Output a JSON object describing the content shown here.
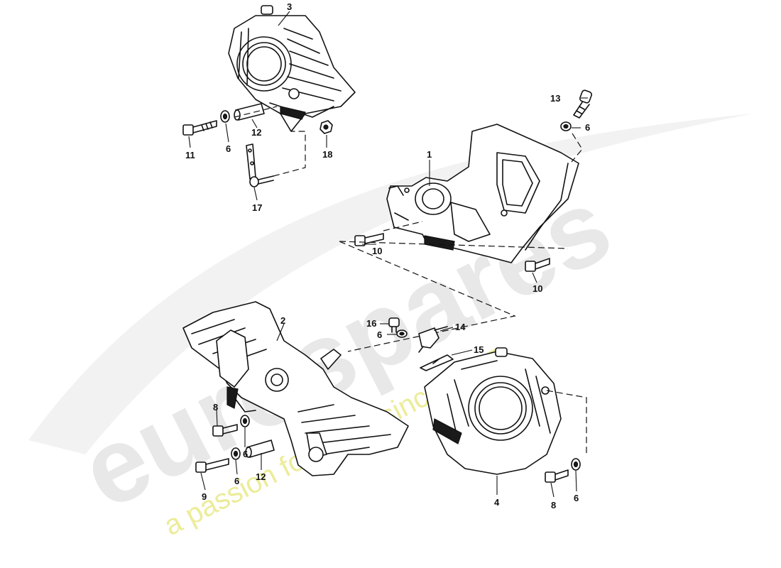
{
  "watermark": {
    "brand": "eurospares",
    "tagline": "a passion for parts since 1985",
    "brand_color": "#e6e6e6",
    "tagline_color": "#eaea95"
  },
  "callouts": [
    {
      "id": "c1",
      "label": "1"
    },
    {
      "id": "c2",
      "label": "2"
    },
    {
      "id": "c3",
      "label": "3"
    },
    {
      "id": "c4",
      "label": "4"
    },
    {
      "id": "c6a",
      "label": "6"
    },
    {
      "id": "c6b",
      "label": "6"
    },
    {
      "id": "c6c",
      "label": "6"
    },
    {
      "id": "c6d",
      "label": "6"
    },
    {
      "id": "c6e",
      "label": "6"
    },
    {
      "id": "c6f",
      "label": "6"
    },
    {
      "id": "c8a",
      "label": "8"
    },
    {
      "id": "c8b",
      "label": "8"
    },
    {
      "id": "c9",
      "label": "9"
    },
    {
      "id": "c10a",
      "label": "10"
    },
    {
      "id": "c10b",
      "label": "10"
    },
    {
      "id": "c11",
      "label": "11"
    },
    {
      "id": "c12a",
      "label": "12"
    },
    {
      "id": "c12b",
      "label": "12"
    },
    {
      "id": "c13",
      "label": "13"
    },
    {
      "id": "c14",
      "label": "14"
    },
    {
      "id": "c15",
      "label": "15"
    },
    {
      "id": "c16",
      "label": "16"
    },
    {
      "id": "c17",
      "label": "17"
    },
    {
      "id": "c18",
      "label": "18"
    }
  ]
}
